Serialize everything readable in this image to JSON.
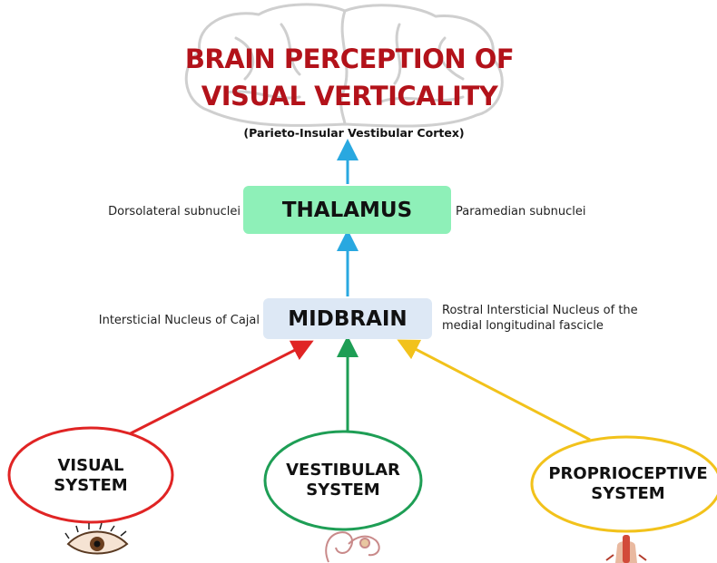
{
  "title": {
    "line1": "BRAIN PERCEPTION OF",
    "line2": "VISUAL VERTICALITY",
    "subtitle": "(Parieto-Insular Vestibular Cortex)"
  },
  "thalamus": {
    "label": "THALAMUS",
    "left_note": "Dorsolateral subnuclei",
    "right_note": "Paramedian subnuclei"
  },
  "midbrain": {
    "label": "MIDBRAIN",
    "left_note": "Intersticial Nucleus of Cajal",
    "right_note_line1": "Rostral Intersticial Nucleus of the",
    "right_note_line2": "medial longitudinal fascicle"
  },
  "systems": [
    {
      "line1": "VISUAL",
      "line2": "SYSTEM",
      "color": "#e02424",
      "icon": "eye-icon"
    },
    {
      "line1": "VESTIBULAR",
      "line2": "SYSTEM",
      "color": "#1e9e55",
      "icon": "inner-ear-icon"
    },
    {
      "line1": "PROPRIOCEPTIVE",
      "line2": "SYSTEM",
      "color": "#f2c21b",
      "icon": "spinal-cord-icon"
    }
  ],
  "colors": {
    "title": "#b3121a",
    "up_arrow": "#29a8e0",
    "thalamus_box": "#8ef0b8",
    "midbrain_box": "#dde8f5"
  }
}
